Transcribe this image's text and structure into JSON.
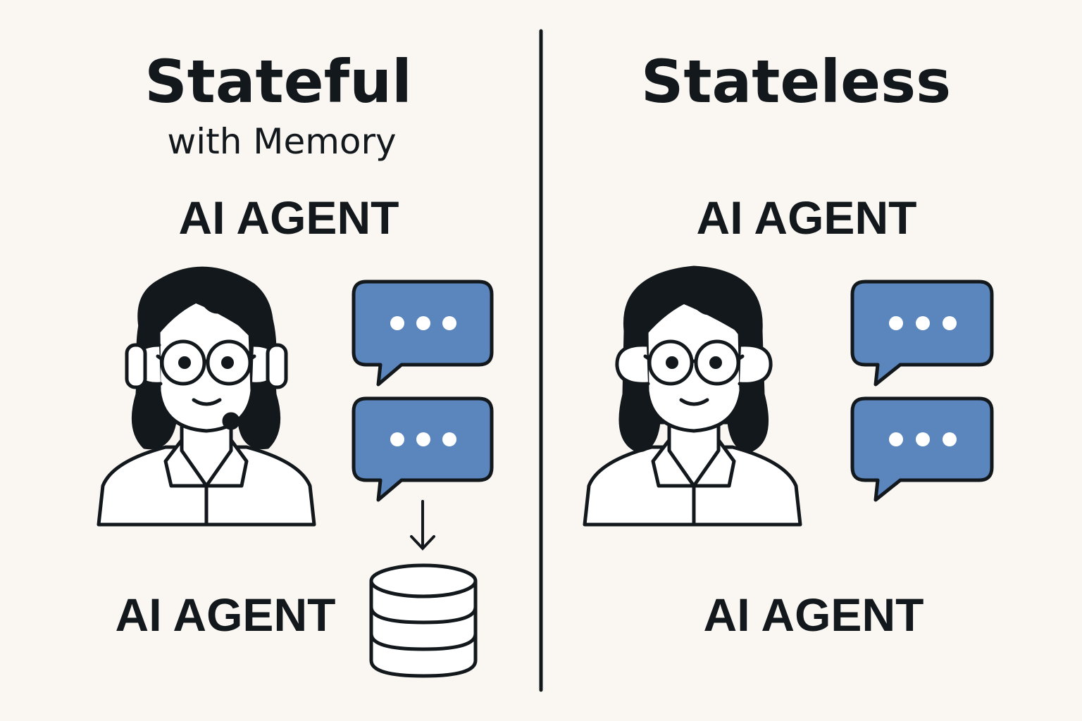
{
  "left_panel": {
    "title": "Stateful",
    "subtitle": "with Memory",
    "top_label": "AI AGENT",
    "bottom_label": "AI AGENT"
  },
  "right_panel": {
    "title": "Stateless",
    "top_label": "AI AGENT",
    "bottom_label": "AI AGENT"
  },
  "colors": {
    "background": "#faf7f2",
    "ink": "#12181c",
    "bubble_fill": "#5a85bd",
    "hair": "#12181c",
    "skin": "#ffffff"
  }
}
